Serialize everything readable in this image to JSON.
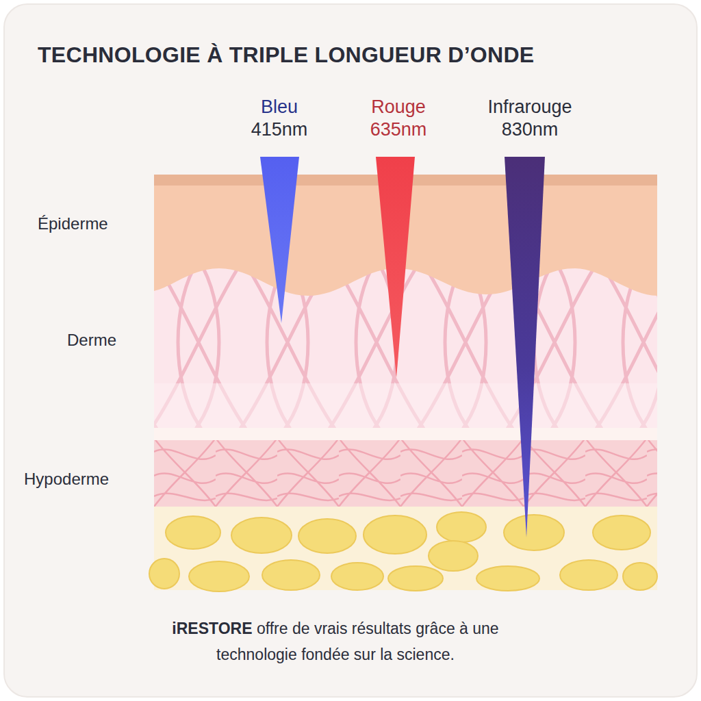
{
  "diagram": {
    "title": "TECHNOLOGIE À TRIPLE LONGUEUR D’ONDE",
    "caption": "iRESTORE offre de vrais résultats grâce à une technologie fondée sur la science.",
    "labels": [
      "Bleu",
      "415nm",
      "Rouge",
      "635nm",
      "Infrarouge",
      "830nm",
      "Épiderme",
      "Derme",
      "Hypoderme"
    ]
  }
}
